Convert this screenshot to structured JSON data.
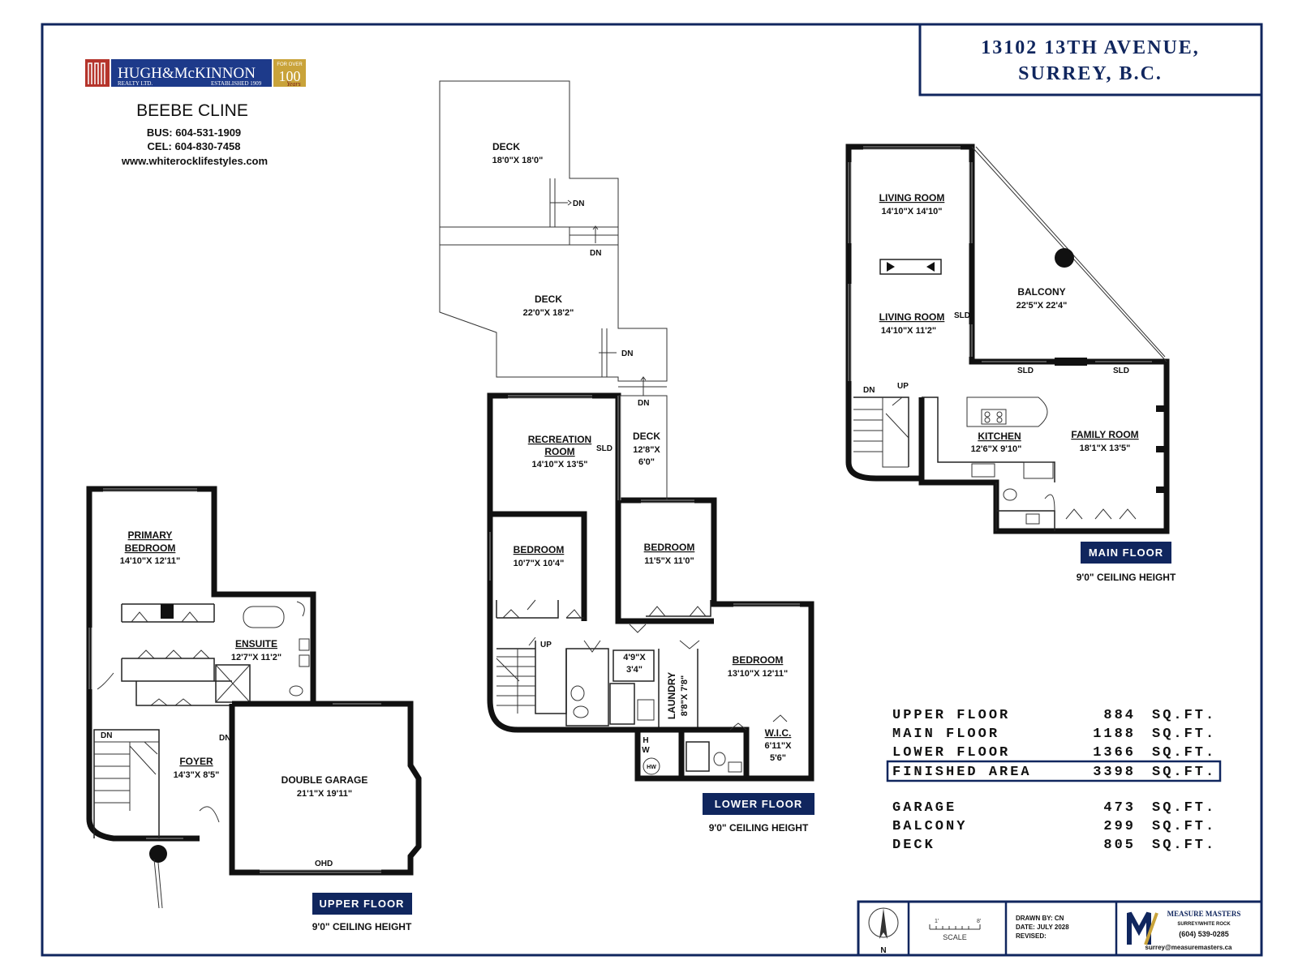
{
  "header": {
    "address_line1": "13102 13TH AVENUE,",
    "address_line2": "SURREY, B.C."
  },
  "agent": {
    "brand_name": "HUGH&McKINNON",
    "brand_sub_left": "REALTY LTD.",
    "brand_sub_right": "ESTABLISHED 1909",
    "brand_badge_top": "FOR OVER",
    "brand_badge_number": "100",
    "brand_badge_word": "Years",
    "name": "BEEBE CLINE",
    "bus": "BUS: 604-531-1909",
    "cel": "CEL: 604-830-7458",
    "website": "www.whiterocklifestyles.com"
  },
  "floors": {
    "upper": {
      "label": "UPPER FLOOR",
      "ceiling": "9'0\" CEILING HEIGHT",
      "rooms": [
        {
          "name": "PRIMARY",
          "name2": "BEDROOM",
          "dims": "14'10\"X 12'11\""
        },
        {
          "name": "ENSUITE",
          "dims": "12'7\"X 11'2\""
        },
        {
          "name": "FOYER",
          "dims": "14'3\"X 8'5\""
        },
        {
          "name": "DOUBLE GARAGE",
          "dims": "21'1\"X 19'11\""
        }
      ],
      "marks": {
        "dn1": "DN",
        "dn2": "DN",
        "ohd": "OHD"
      }
    },
    "lower": {
      "label": "LOWER FLOOR",
      "ceiling": "9'0\" CEILING HEIGHT",
      "rooms": [
        {
          "name": "DECK",
          "dims": "18'0\"X 18'0\""
        },
        {
          "name": "DECK",
          "dims": "22'0\"X 18'2\""
        },
        {
          "name": "RECREATION",
          "name2": "ROOM",
          "dims": "14'10\"X 13'5\""
        },
        {
          "name": "DECK",
          "dims": "12'8\"X",
          "dims2": "6'0\""
        },
        {
          "name": "BEDROOM",
          "dims": "10'7\"X 10'4\""
        },
        {
          "name": "BEDROOM",
          "dims": "11'5\"X 11'0\""
        },
        {
          "name": "BEDROOM",
          "dims": "13'10\"X 12'11\""
        },
        {
          "name": "LAUNDRY",
          "dims": "8'8\"X 7'8\""
        },
        {
          "name": "W.I.C.",
          "dims": "6'11\"X",
          "dims2": "5'6\""
        },
        {
          "name": "",
          "dims": "4'9\"X",
          "dims2": "3'4\""
        }
      ],
      "marks": {
        "dn1": "DN",
        "dn2": "DN",
        "dn3": "DN",
        "dn4": "DN",
        "up": "UP",
        "sld": "SLD",
        "hw": "HW",
        "hw2": "H",
        "hw3": "W"
      }
    },
    "main": {
      "label": "MAIN FLOOR",
      "ceiling": "9'0\" CEILING HEIGHT",
      "rooms": [
        {
          "name": "LIVING ROOM",
          "dims": "14'10\"X 14'10\""
        },
        {
          "name": "LIVING ROOM",
          "dims": "14'10\"X 11'2\""
        },
        {
          "name": "BALCONY",
          "dims": "22'5\"X 22'4\""
        },
        {
          "name": "KITCHEN",
          "dims": "12'6\"X 9'10\""
        },
        {
          "name": "FAMILY ROOM",
          "dims": "18'1\"X 13'5\""
        }
      ],
      "marks": {
        "dn": "DN",
        "up": "UP",
        "sld1": "SLD",
        "sld2": "SLD",
        "sld3": "SLD"
      }
    }
  },
  "areas": {
    "finished": [
      {
        "label": "UPPER FLOOR",
        "value": "884",
        "unit": "SQ.FT."
      },
      {
        "label": "MAIN FLOOR",
        "value": "1188",
        "unit": "SQ.FT."
      },
      {
        "label": "LOWER FLOOR",
        "value": "1366",
        "unit": "SQ.FT."
      }
    ],
    "total": {
      "label": "FINISHED AREA",
      "value": "3398",
      "unit": "SQ.FT."
    },
    "other": [
      {
        "label": "GARAGE",
        "value": "473",
        "unit": "SQ.FT."
      },
      {
        "label": "BALCONY",
        "value": "299",
        "unit": "SQ.FT."
      },
      {
        "label": "DECK",
        "value": "805",
        "unit": "SQ.FT."
      }
    ]
  },
  "footer": {
    "north": "N",
    "scale_ticks_left": "1'",
    "scale_ticks_right": "8'",
    "scale_label": "SCALE",
    "drawn_by": "DRAWN BY: CN",
    "date": "DATE: JULY 2028",
    "revised": "REVISED:",
    "company": "MEASURE MASTERS",
    "company_sub": "SURREY/WHITE ROCK",
    "phone": "(604) 539-0285",
    "email": "surrey@measuremasters.ca"
  },
  "colors": {
    "badge": "#10265e",
    "title": "#10265e",
    "brand_red": "#b5342b",
    "brand_gold": "#c9a33a"
  }
}
